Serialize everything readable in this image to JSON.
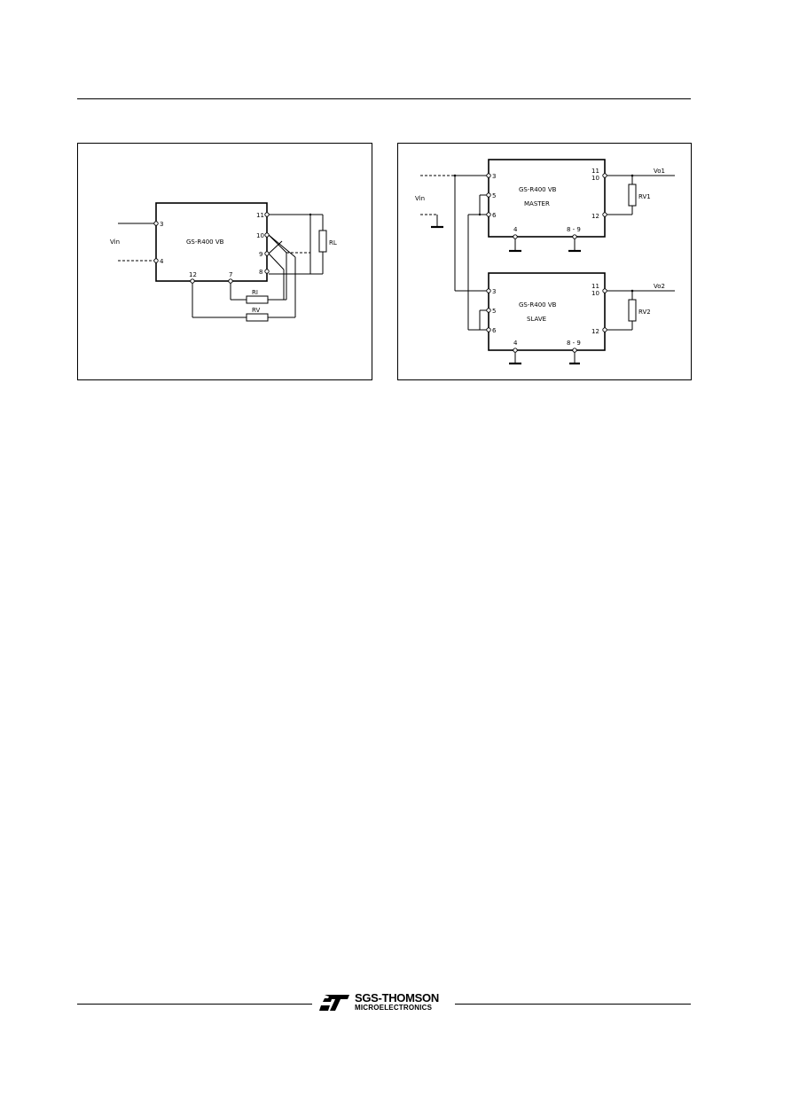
{
  "left_diagram": {
    "ic_label": "GS-R400 VB",
    "input_label": "Vin",
    "pins": {
      "p3": "3",
      "p4": "4",
      "p12": "12",
      "p7": "7",
      "p11": "11",
      "p10": "10",
      "p9": "9",
      "p8": "8"
    },
    "rl_label": "RL",
    "ri_label": "RI",
    "rv_label": "RV"
  },
  "right_diagram": {
    "input_label": "Vin",
    "master": {
      "ic_label": "GS-R400 VB",
      "role": "MASTER",
      "pins": {
        "p3": "3",
        "p5": "5",
        "p6": "6",
        "p11": "11",
        "p10": "10",
        "p12": "12",
        "p4": "4",
        "p89": "8 - 9"
      },
      "output_label": "Vo1",
      "resistor_label": "RV1"
    },
    "slave": {
      "ic_label": "GS-R400 VB",
      "role": "SLAVE",
      "pins": {
        "p3": "3",
        "p5": "5",
        "p6": "6",
        "p11": "11",
        "p10": "10",
        "p12": "12",
        "p4": "4",
        "p89": "8 - 9"
      },
      "output_label": "Vo2",
      "resistor_label": "RV2"
    }
  },
  "footer": {
    "brand": "SGS-THOMSON",
    "sub": "MICROELECTRONICS",
    "logo_icon": "st-logo-icon"
  }
}
